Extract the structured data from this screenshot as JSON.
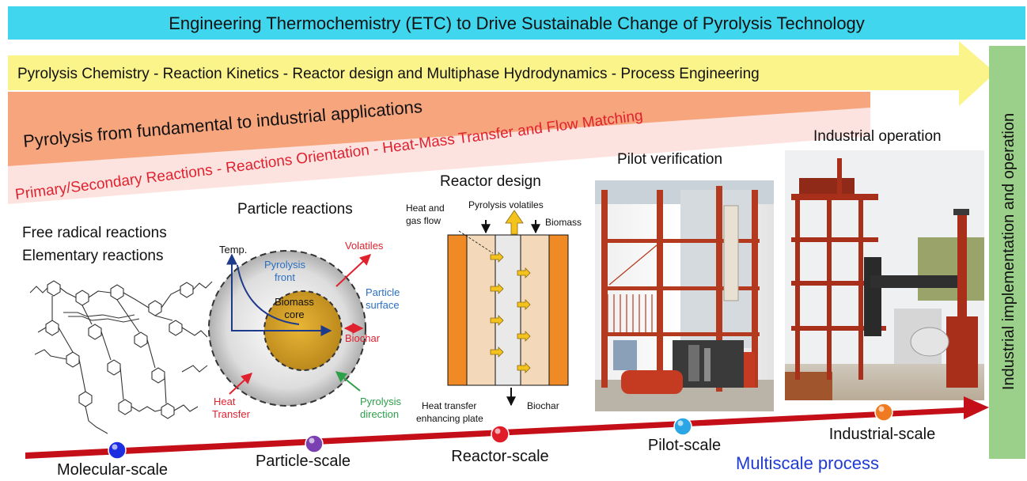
{
  "header": {
    "title": "Engineering Thermochemistry (ETC) to Drive Sustainable Change of Pyrolysis Technology",
    "chain": "Pyrolysis Chemistry - Reaction Kinetics - Reactor design and Multiphase Hydrodynamics - Process Engineering",
    "fundamental": "Pyrolysis from fundamental to industrial applications",
    "reactions": "Primary/Secondary Reactions - Reactions Orientation - Heat-Mass Transfer and Flow Matching",
    "side_banner": "Industrial implementation and  operation"
  },
  "panels": {
    "molecular": {
      "line1": "Free radical reactions",
      "line2": "Elementary reactions"
    },
    "particle": {
      "title": "Particle reactions",
      "temp": "Temp.",
      "front": [
        "Pyrolysis",
        "front"
      ],
      "core": [
        "Biomass",
        "core"
      ],
      "volatiles": "Volatiles",
      "surface": [
        "Particle",
        "surface"
      ],
      "biochar": "Biochar",
      "heat": [
        "Heat",
        "Transfer"
      ],
      "direction": [
        "Pyrolysis",
        "direction"
      ]
    },
    "reactor": {
      "title": "Reactor design",
      "heat_gas": [
        "Heat and",
        "gas flow"
      ],
      "volatiles": "Pyrolysis volatiles",
      "biomass": "Biomass",
      "plate": [
        "Heat transfer",
        "enhancing plate"
      ],
      "biochar": "Biochar"
    },
    "pilot": {
      "title": "Pilot verification"
    },
    "industrial": {
      "title": "Industrial operation"
    }
  },
  "scales": [
    {
      "label": "Molecular-scale",
      "color": "#1c2ee0"
    },
    {
      "label": "Particle-scale",
      "color": "#7a3fb0"
    },
    {
      "label": "Reactor-scale",
      "color": "#e01b2a"
    },
    {
      "label": "Pilot-scale",
      "color": "#2aa5e6"
    },
    {
      "label": "Industrial-scale",
      "color": "#f07a22"
    }
  ],
  "multiscale": "Multiscale process",
  "colors": {
    "title_bar": "#3fd6ee",
    "yellow_arrow": "#fbf48a",
    "orange_band": "#f6a57d",
    "pink_band": "#fde3df",
    "red_text": "#e0222f",
    "green_banner": "#9bd08a",
    "timeline": "#c40f18",
    "blue_label": "#1f3ad6"
  }
}
